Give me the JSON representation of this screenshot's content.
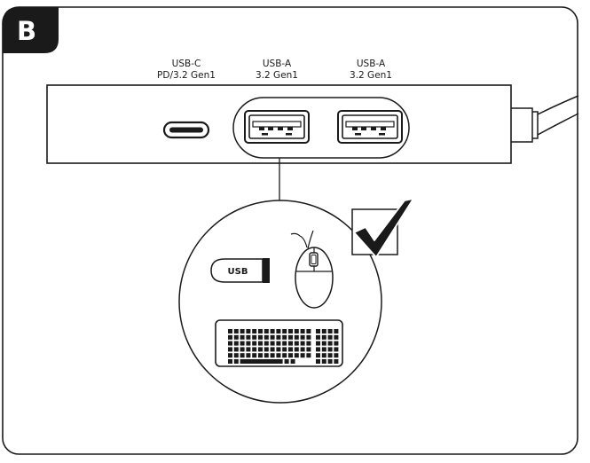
{
  "step": "B",
  "ports": [
    {
      "line1": "USB-C",
      "line2": "PD/3.2 Gen1"
    },
    {
      "line1": "USB-A",
      "line2": "3.2 Gen1"
    },
    {
      "line1": "USB-A",
      "line2": "3.2 Gen1"
    }
  ],
  "devices": {
    "usb_stick_label": "USB"
  },
  "icons": {
    "check": "checkmark-icon",
    "usb_stick": "usb-stick-icon",
    "mouse": "mouse-icon",
    "keyboard": "keyboard-icon"
  }
}
